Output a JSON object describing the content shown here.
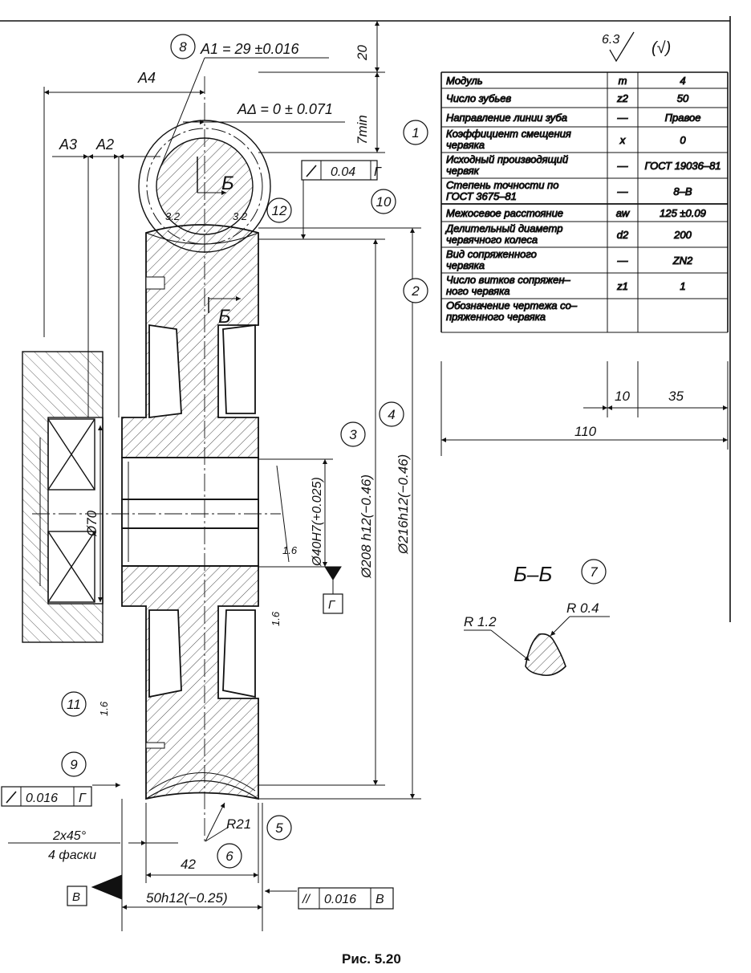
{
  "figure_caption": "Рис. 5.20",
  "roughness": {
    "general": "6.3",
    "other": "(√)"
  },
  "parameter_table": [
    {
      "label": [
        "Модуль"
      ],
      "symbol": "m",
      "value": "4"
    },
    {
      "label": [
        "Число зубьев"
      ],
      "symbol": "z2",
      "value": "50"
    },
    {
      "label": [
        "Направление линии зуба"
      ],
      "symbol": "—",
      "value": "Правое"
    },
    {
      "label": [
        "Коэффициент смещения",
        "червяка"
      ],
      "symbol": "x",
      "value": "0"
    },
    {
      "label": [
        "Исходный производящий",
        "червяк"
      ],
      "symbol": "—",
      "value": "ГОСТ 19036–81"
    },
    {
      "label": [
        "Степень точности по",
        "ГОСТ 3675–81"
      ],
      "symbol": "—",
      "value": "8–В"
    },
    {
      "label": [
        "Межосевое расстояние"
      ],
      "symbol": "aw",
      "value": "125 ±0.09"
    },
    {
      "label": [
        "Делительный диаметр",
        "червячного колеса"
      ],
      "symbol": "d2",
      "value": "200"
    },
    {
      "label": [
        "Вид сопряженного",
        "червяка"
      ],
      "symbol": "—",
      "value": "ZN2"
    },
    {
      "label": [
        "Число витков сопряжен–",
        "ного червяка"
      ],
      "symbol": "z1",
      "value": "1"
    },
    {
      "label": [
        "Обозначение чертежа со–",
        "пряженного червяка"
      ],
      "symbol": "",
      "value": ""
    }
  ],
  "table_dims": {
    "col_symbol": "10",
    "col_value": "35",
    "total": "110"
  },
  "dimensions": {
    "a1": "A1 = 29 ±0.016",
    "a_delta": "AΔ = 0 ± 0.071",
    "a2": "A2",
    "a3": "A3",
    "a4": "A4",
    "d20": "20",
    "d7min": "7min",
    "d40": "Ø40H7(+0.025)",
    "d208": "Ø208 h12(−0.46)",
    "d216": "Ø216h12(−0.46)",
    "d70": "Ø70",
    "r21": "R21",
    "d42": "42",
    "d50": "50h12(−0.25)",
    "chamfer": [
      "2x45°",
      "4 фаски"
    ],
    "r12": "R 1.2",
    "r04": "R 0.4",
    "rough_32a": "3.2",
    "rough_32b": "3.2",
    "rough_16a": "1.6",
    "rough_16b": "1.6",
    "rough_16c": "1.6"
  },
  "tolerances": {
    "runout_top": {
      "value": "0.04",
      "datum": "Г"
    },
    "runout_left": {
      "value": "0.016",
      "datum": "Г"
    },
    "parallel": {
      "symbol": "//",
      "value": "0.016",
      "datum": "В"
    }
  },
  "datums": {
    "g": "Г",
    "v": "В"
  },
  "section": {
    "label": "Б–Б",
    "marker": "Б"
  },
  "callouts": [
    "1",
    "2",
    "3",
    "4",
    "5",
    "6",
    "7",
    "8",
    "9",
    "10",
    "11",
    "12"
  ]
}
